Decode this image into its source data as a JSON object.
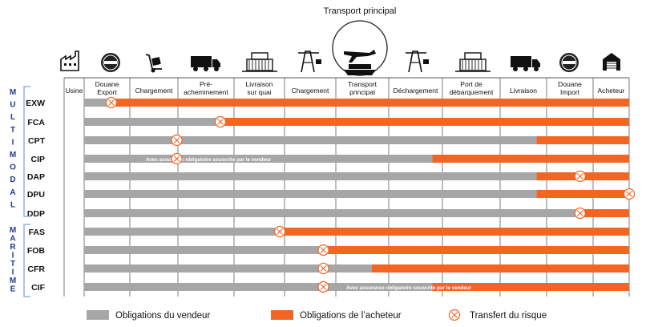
{
  "title": "Transport principal",
  "columns": [
    "Usine",
    "Douane Export",
    "Chargement",
    "Pré-acheminement",
    "Livraison sur quai",
    "Chargement",
    "Transport principal",
    "Déchargement",
    "Port de débarquement",
    "Livraison",
    "Douane Import",
    "Acheteur"
  ],
  "column_lines": [
    [
      "Usine"
    ],
    [
      "Douane",
      "Export"
    ],
    [
      "Chargement"
    ],
    [
      "Pré-",
      "acheminement"
    ],
    [
      "Livraison",
      "sur quai"
    ],
    [
      "Chargement"
    ],
    [
      "Transport",
      "principal"
    ],
    [
      "Déchargement"
    ],
    [
      "Port de",
      "débarquement"
    ],
    [
      "Livraison"
    ],
    [
      "Douane",
      "Import"
    ],
    [
      "Acheteur"
    ]
  ],
  "icons": [
    "factory-icon",
    "customs-stamp-icon",
    "hand-truck-icon",
    "truck-icon",
    "container-stack-icon",
    "port-crane-icon",
    "airplane-ship-icon",
    "port-crane-icon",
    "container-stack-icon",
    "truck-icon",
    "customs-stamp-icon",
    "warehouse-icon"
  ],
  "groups": [
    {
      "label": "MULTIMODAL",
      "rows": [
        "EXW",
        "FCA",
        "CPT",
        "CIP",
        "DAP",
        "DPU",
        "DDP"
      ]
    },
    {
      "label": "MARITIME",
      "rows": [
        "FAS",
        "FOB",
        "CFR",
        "CIF"
      ]
    }
  ],
  "rows": [
    {
      "code": "EXW",
      "cost_transfer": 0.05,
      "risk_transfer": 0.05,
      "note": ""
    },
    {
      "code": "FCA",
      "cost_transfer": 0.25,
      "risk_transfer": 0.25,
      "note": ""
    },
    {
      "code": "CPT",
      "cost_transfer": 0.83,
      "risk_transfer": 0.17,
      "note": ""
    },
    {
      "code": "CIP",
      "cost_transfer": 0.639,
      "risk_transfer": 0.17,
      "note": "Avec assurance  obligatoire  souscrite par le vendeur"
    },
    {
      "code": "DAP",
      "cost_transfer": 0.83,
      "risk_transfer": 0.91,
      "note": ""
    },
    {
      "code": "DPU",
      "cost_transfer": 0.83,
      "risk_transfer": 1.0,
      "note": ""
    },
    {
      "code": "DDP",
      "cost_transfer": 0.91,
      "risk_transfer": 0.91,
      "note": ""
    },
    {
      "code": "FAS",
      "cost_transfer": 0.359,
      "risk_transfer": 0.359,
      "note": ""
    },
    {
      "code": "FOB",
      "cost_transfer": 0.439,
      "risk_transfer": 0.439,
      "note": ""
    },
    {
      "code": "CFR",
      "cost_transfer": 0.528,
      "risk_transfer": 0.439,
      "note": ""
    },
    {
      "code": "CIF",
      "cost_transfer": 0.639,
      "risk_transfer": 0.439,
      "note": "Avec assurance  obligatoire  souscrite par le vendeur"
    }
  ],
  "legend": {
    "seller": "Obligations du vendeur",
    "buyer": "Obligations de l’acheteur",
    "risk": "Transfert du risque"
  },
  "colors": {
    "seller": "#a6a6a6",
    "buyer": "#f26522",
    "risk_marker": "#f26522",
    "bracket": "#8db4e2",
    "group_label": "#1f3a93"
  }
}
